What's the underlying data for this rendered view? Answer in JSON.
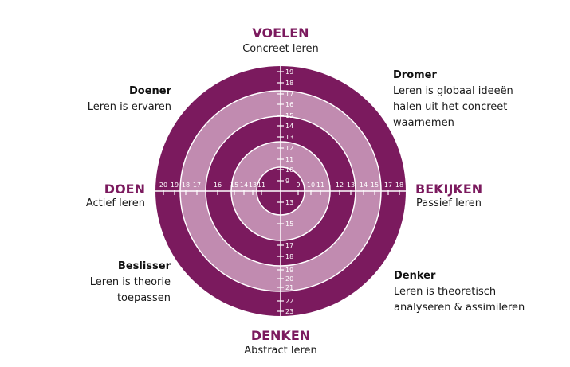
{
  "colors": {
    "dark": "#7b1a5e",
    "light": "#c18bb0",
    "line": "#ffffff"
  },
  "top": {
    "title": "VOELEN",
    "subtitle": "Concreet leren"
  },
  "bottom": {
    "title": "DENKEN",
    "subtitle": "Abstract leren"
  },
  "left": {
    "title": "DOEN",
    "subtitle": "Actief leren"
  },
  "right": {
    "title": "BEKIJKEN",
    "subtitle": "Passief leren"
  },
  "quadrants": {
    "top_left": {
      "title": "Doener",
      "lines": [
        "Leren is ervaren"
      ]
    },
    "top_right": {
      "title": "Dromer",
      "lines": [
        "Leren is globaal ideeën",
        "halen uit het concreet",
        "waarnemen"
      ]
    },
    "bottom_left": {
      "title": "Beslisser",
      "lines": [
        "Leren is theorie",
        "toepassen"
      ]
    },
    "bottom_right": {
      "title": "Denker",
      "lines": [
        "Leren is theoretisch",
        "analyseren & assimileren"
      ]
    }
  },
  "ticks": {
    "up": [
      "19",
      "18",
      "17",
      "16",
      "15",
      "14",
      "13",
      "12",
      "11",
      "10",
      "9"
    ],
    "down": [
      "13",
      "15",
      "17",
      "18",
      "19",
      "20",
      "21",
      "22",
      "23"
    ],
    "left": [
      "20",
      "19",
      "18",
      "17",
      "16",
      "15",
      "14",
      "13",
      "11"
    ],
    "right": [
      "9",
      "10",
      "11",
      "12",
      "13",
      "14",
      "15",
      "17",
      "18"
    ]
  }
}
